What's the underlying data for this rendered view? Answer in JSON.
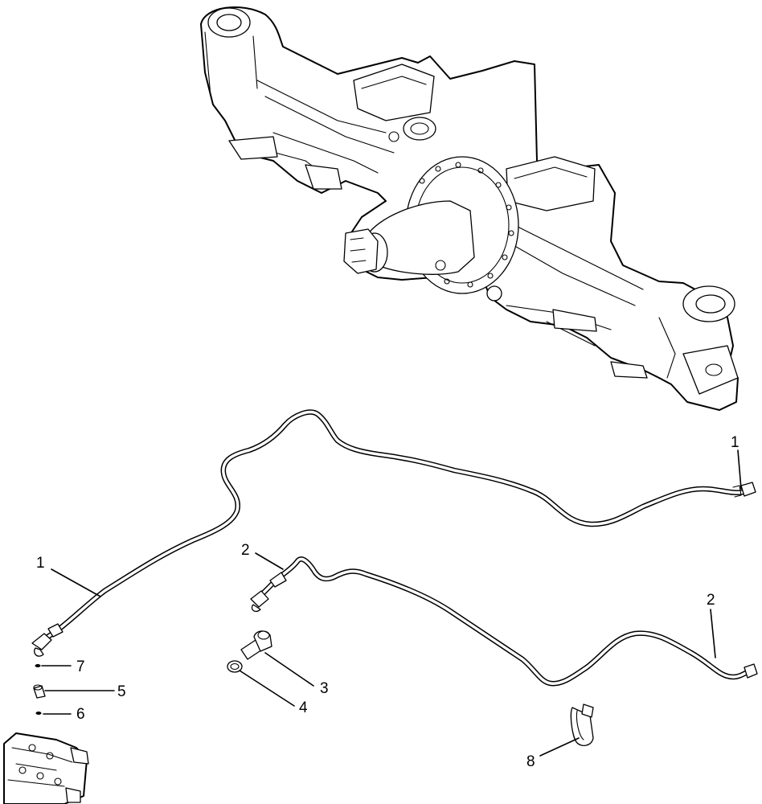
{
  "callouts": {
    "c1a": "1",
    "c1b": "1",
    "c2a": "2",
    "c2b": "2",
    "c3": "3",
    "c4": "4",
    "c5": "5",
    "c6": "6",
    "c7": "7",
    "c8": "8"
  }
}
